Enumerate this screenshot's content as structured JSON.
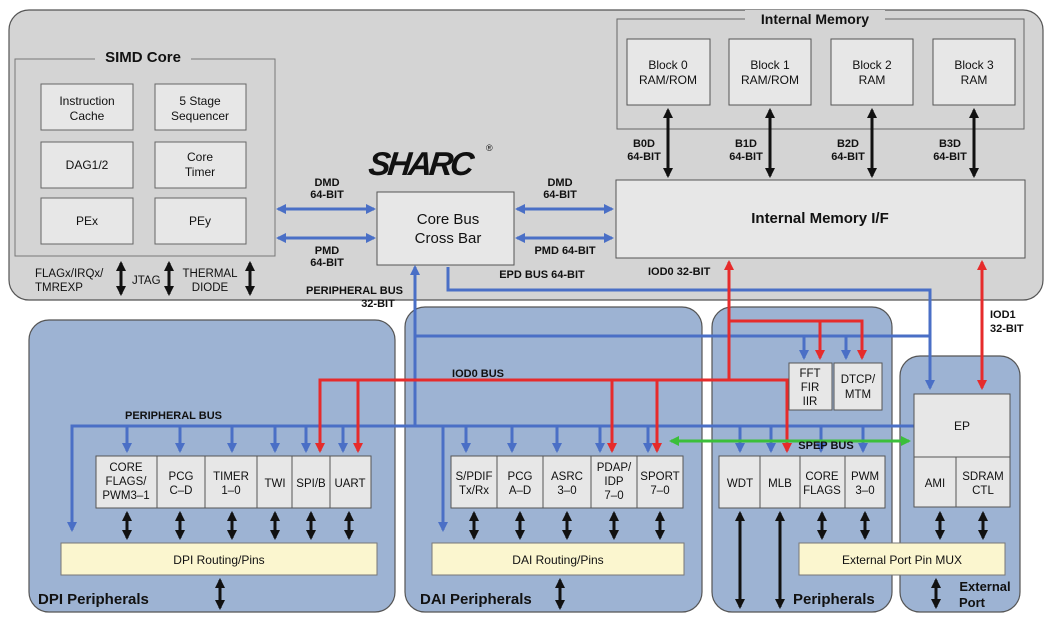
{
  "simd": {
    "title": "SIMD Core",
    "icache": [
      "Instruction",
      "Cache"
    ],
    "seq": [
      "5 Stage",
      "Sequencer"
    ],
    "dag": "DAG1/2",
    "timer": [
      "Core",
      "Timer"
    ],
    "pex": "PEx",
    "pey": "PEy"
  },
  "bottom_core": {
    "flag": [
      "FLAGx/IRQx/",
      "TMREXP"
    ],
    "jtag": "JTAG",
    "thermal": [
      "THERMAL",
      "DIODE"
    ]
  },
  "logo": "SHARC",
  "logo_mark": "®",
  "crossbar": [
    "Core Bus",
    "Cross Bar"
  ],
  "bus": {
    "dmd_left": [
      "DMD",
      "64-BIT"
    ],
    "pmd_left": [
      "PMD",
      "64-BIT"
    ],
    "dmd_right": [
      "DMD",
      "64-BIT"
    ],
    "pmd_right": "PMD 64-BIT",
    "epd": "EPD BUS 64-BIT",
    "periph": [
      "PERIPHERAL BUS",
      "32-BIT"
    ],
    "iod0_32": "IOD0 32-BIT",
    "iod1": [
      "IOD1",
      "32-BIT"
    ],
    "iod0_bus": "IOD0 BUS",
    "periph_bus": "PERIPHERAL BUS",
    "spep": "SPEP BUS"
  },
  "internal_memory": {
    "title": "Internal Memory",
    "blocks": [
      [
        "Block 0",
        "RAM/ROM"
      ],
      [
        "Block 1",
        "RAM/ROM"
      ],
      [
        "Block 2",
        "RAM"
      ],
      [
        "Block 3",
        "RAM"
      ]
    ],
    "bus_labels": [
      [
        "B0D",
        "64-BIT"
      ],
      [
        "B1D",
        "64-BIT"
      ],
      [
        "B2D",
        "64-BIT"
      ],
      [
        "B3D",
        "64-BIT"
      ]
    ],
    "interface": "Internal Memory I/F"
  },
  "dpi": {
    "title": "DPI Peripherals",
    "flags": [
      "CORE",
      "FLAGS/",
      "PWM3–1"
    ],
    "pcg": [
      "PCG",
      "C–D"
    ],
    "timer": [
      "TIMER",
      "1–0"
    ],
    "twi": "TWI",
    "spib": "SPI/B",
    "uart": "UART",
    "routing": "DPI Routing/Pins"
  },
  "dai": {
    "title": "DAI Peripherals",
    "spdif": [
      "S/PDIF",
      "Tx/Rx"
    ],
    "pcg": [
      "PCG",
      "A–D"
    ],
    "asrc": [
      "ASRC",
      "3–0"
    ],
    "pdap": [
      "PDAP/",
      "IDP",
      "7–0"
    ],
    "sport": [
      "SPORT",
      "7–0"
    ],
    "routing": "DAI Routing/Pins"
  },
  "periph": {
    "title": "Peripherals",
    "fft": [
      "FFT",
      "FIR",
      "IIR"
    ],
    "dtcp": [
      "DTCP/",
      "MTM"
    ],
    "wdt": "WDT",
    "mlb": "MLB",
    "core_flags": [
      "CORE",
      "FLAGS"
    ],
    "pwm": [
      "PWM",
      "3–0"
    ]
  },
  "ext": {
    "title": [
      "External",
      "Port"
    ],
    "ep": "EP",
    "ami": "AMI",
    "sdram": [
      "SDRAM",
      "CTL"
    ],
    "mux": "External Port Pin MUX"
  },
  "colors": {
    "panel": "#d4d4d4",
    "box": "#e7e7e7",
    "blue_panel": "#9db3d3",
    "yellow": "#fbf6cf",
    "blue_bus": "#4a6fc6",
    "red_bus": "#e62b2b",
    "green_bus": "#3bbf3a",
    "black": "#111111"
  }
}
